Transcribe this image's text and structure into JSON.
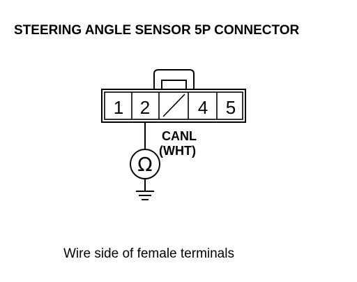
{
  "title": "STEERING ANGLE SENSOR 5P CONNECTOR",
  "connector": {
    "pins": [
      {
        "label": "1",
        "present": true
      },
      {
        "label": "2",
        "present": true
      },
      {
        "label": "",
        "present": false
      },
      {
        "label": "4",
        "present": true
      },
      {
        "label": "5",
        "present": true
      }
    ]
  },
  "wire": {
    "name": "CANL",
    "color": "(WHT)"
  },
  "meter": {
    "symbol": "Ω",
    "icon": "ohmmeter-icon"
  },
  "ground": {
    "icon": "ground-icon"
  },
  "caption": "Wire side of female terminals"
}
